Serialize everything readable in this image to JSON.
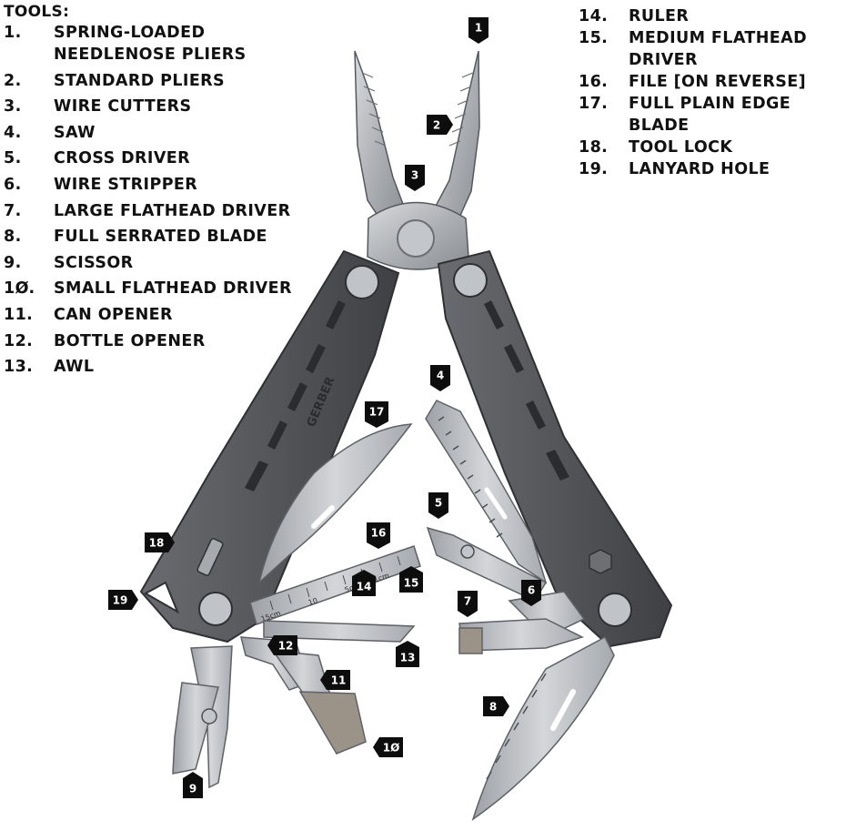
{
  "heading": "TOOLS:",
  "tools_left": [
    {
      "num": "1.",
      "name": "SPRING-LOADED NEEDLENOSE PLIERS"
    },
    {
      "num": "2.",
      "name": "STANDARD PLIERS"
    },
    {
      "num": "3.",
      "name": "WIRE CUTTERS"
    },
    {
      "num": "4.",
      "name": "SAW"
    },
    {
      "num": "5.",
      "name": "CROSS DRIVER"
    },
    {
      "num": "6.",
      "name": "WIRE STRIPPER"
    },
    {
      "num": "7.",
      "name": "LARGE FLATHEAD DRIVER"
    },
    {
      "num": "8.",
      "name": "FULL SERRATED BLADE"
    },
    {
      "num": "9.",
      "name": "SCISSOR"
    },
    {
      "num": "1Ø.",
      "name": "SMALL FLATHEAD DRIVER"
    },
    {
      "num": "11.",
      "name": "CAN OPENER"
    },
    {
      "num": "12.",
      "name": "BOTTLE OPENER"
    },
    {
      "num": "13.",
      "name": "AWL"
    }
  ],
  "tools_right": [
    {
      "num": "14.",
      "name": "RULER"
    },
    {
      "num": "15.",
      "name": "MEDIUM FLATHEAD DRIVER"
    },
    {
      "num": "16.",
      "name": "FILE [ON REVERSE]"
    },
    {
      "num": "17.",
      "name": "FULL PLAIN EDGE BLADE"
    },
    {
      "num": "18.",
      "name": "TOOL LOCK"
    },
    {
      "num": "19.",
      "name": "LANYARD HOLE"
    }
  ],
  "callouts": [
    {
      "label": "1",
      "dir": "down"
    },
    {
      "label": "2",
      "dir": "right"
    },
    {
      "label": "3",
      "dir": "down"
    },
    {
      "label": "4",
      "dir": "down"
    },
    {
      "label": "17",
      "dir": "down"
    },
    {
      "label": "5",
      "dir": "down"
    },
    {
      "label": "16",
      "dir": "down"
    },
    {
      "label": "6",
      "dir": "down"
    },
    {
      "label": "7",
      "dir": "down"
    },
    {
      "label": "18",
      "dir": "right"
    },
    {
      "label": "14",
      "dir": "up"
    },
    {
      "label": "15",
      "dir": "up"
    },
    {
      "label": "19",
      "dir": "right"
    },
    {
      "label": "12",
      "dir": "left"
    },
    {
      "label": "13",
      "dir": "up"
    },
    {
      "label": "11",
      "dir": "left"
    },
    {
      "label": "8",
      "dir": "right"
    },
    {
      "label": "1Ø",
      "dir": "left"
    },
    {
      "label": "9",
      "dir": "up"
    }
  ],
  "ruler": {
    "marks": [
      "15cm",
      "10",
      "5cm",
      "1cm"
    ]
  },
  "brand_text": "GERBER",
  "colors": {
    "callout": "#0d0d0d",
    "handle": "#56575b",
    "steel": "#b9bcc0",
    "steel_dark": "#7d8186",
    "text": "#111111"
  }
}
